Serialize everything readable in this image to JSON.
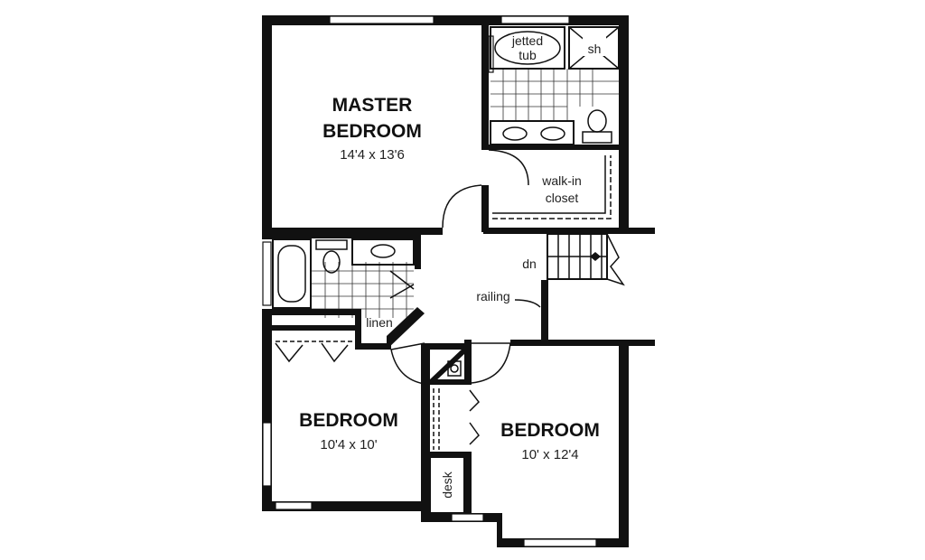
{
  "rooms": {
    "master": {
      "name_line1": "MASTER",
      "name_line2": "BEDROOM",
      "dimensions": "14'4  x  13'6"
    },
    "bedroom_left": {
      "name": "BEDROOM",
      "dimensions": "10'4  x  10'"
    },
    "bedroom_right": {
      "name": "BEDROOM",
      "dimensions": "10'  x  12'4"
    }
  },
  "labels": {
    "jetted_tub_line1": "jetted",
    "jetted_tub_line2": "tub",
    "shower": "sh",
    "walk_in_line1": "walk-in",
    "walk_in_line2": "closet",
    "stairs_down": "dn",
    "railing": "railing",
    "linen": "linen",
    "desk": "desk"
  }
}
